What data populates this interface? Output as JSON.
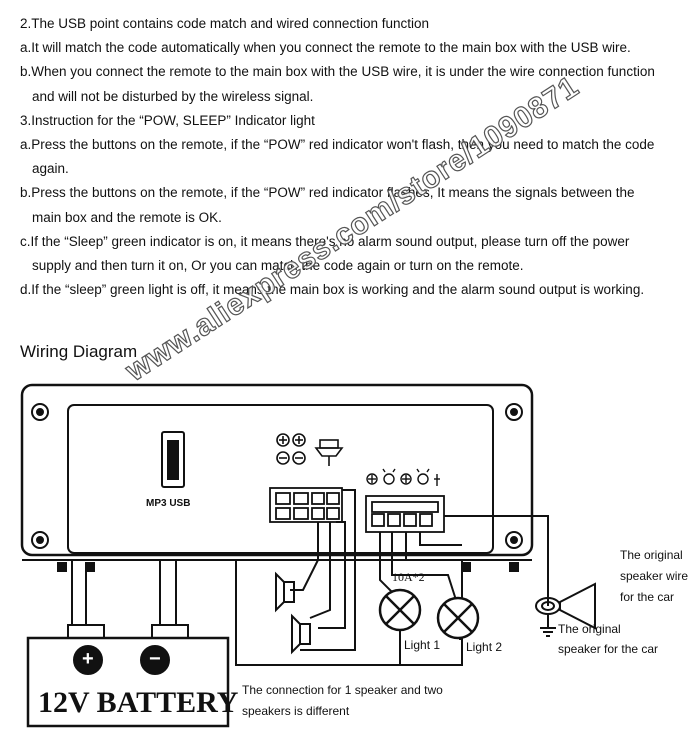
{
  "instructions": [
    {
      "text": "2.The USB point contains code match and wired connection function",
      "indent": false
    },
    {
      "text": "a.It will match the code automatically when you connect the remote to the main box with the USB wire.",
      "indent": false
    },
    {
      "text": "b.When you connect the remote to the main box with the USB wire, it is under the wire connection function",
      "indent": false
    },
    {
      "text": "and will not be disturbed by the wireless signal.",
      "indent": true
    },
    {
      "text": "3.Instruction for the “POW, SLEEP” Indicator light",
      "indent": false
    },
    {
      "text": "a.Press the buttons on the remote, if the “POW” red indicator won't flash, then you need to match the code",
      "indent": false
    },
    {
      "text": "again.",
      "indent": true
    },
    {
      "text": "b.Press the buttons on the remote, if the “POW” red indicator flashes, It means the signals between the",
      "indent": false
    },
    {
      "text": "main box and the remote is OK.",
      "indent": true
    },
    {
      "text": "c.If the “Sleep” green indicator is on, it means there's no alarm sound output, please turn off the power",
      "indent": false
    },
    {
      "text": "supply and then turn it on, Or you can match the code again or turn on the remote.",
      "indent": true
    },
    {
      "text": "d.If the “sleep” green light is off, it means the main box is working and the alarm sound output is working.",
      "indent": false
    }
  ],
  "diagram": {
    "title": "Wiring Diagram",
    "port_label": "MP3  USB",
    "fuse_label": "10A*2",
    "light1": "Light 1",
    "light2": "Light 2",
    "speaker_wire_line1": "The original",
    "speaker_wire_line2": "speaker wire",
    "speaker_wire_line3": "for the car",
    "speaker_car_line1": "The original",
    "speaker_car_line2": "speaker for the car",
    "connection_note_line1": "The connection for 1 speaker and two",
    "connection_note_line2": "speakers is different",
    "battery_label": "12V BATTERY",
    "battery_plus": "+",
    "battery_minus": "−"
  },
  "watermark": "www.aliexpress.com/store/1090871"
}
